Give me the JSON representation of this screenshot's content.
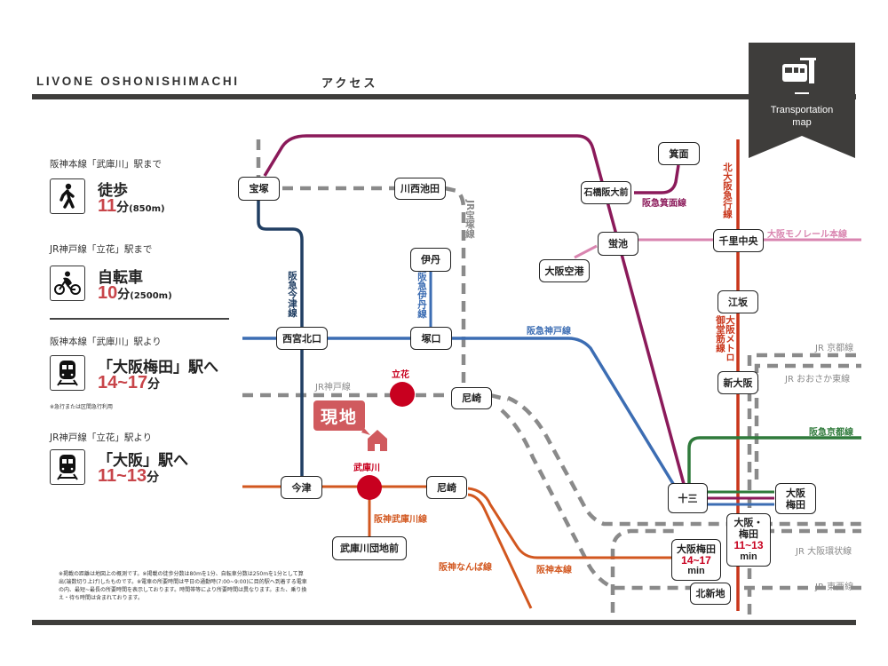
{
  "header": {
    "title": "LIVONE  OSHONISHIMACHI",
    "subtitle": "アクセス",
    "badge_label_line1": "Transportation",
    "badge_label_line2": "map",
    "badge_icon": "train-station-icon"
  },
  "colors": {
    "accent_red": "#c8454a",
    "station_red": "#c8001f",
    "dark": "#3e3d3b",
    "hankyu_takarazuka": "#8b1a5a",
    "hankyu_kobe": "#3c6db3",
    "hankyu_imazu": "#213f63",
    "hankyu_kyoto": "#2f7a3b",
    "hanshin": "#d2571f",
    "midosuji": "#c9361b",
    "monorail": "#d985b0",
    "jr": "#8a8a8a"
  },
  "access": [
    {
      "caption": "阪神本線「武庫川」駅まで",
      "icon": "walking-person-icon",
      "mode": "徒歩",
      "time": "11",
      "unit": "分",
      "distance": "(850m)"
    },
    {
      "caption": "JR神戸線「立花」駅まで",
      "icon": "bicycle-icon",
      "mode": "自転車",
      "time": "10",
      "unit": "分",
      "distance": "(2500m)"
    },
    {
      "caption": "阪神本線「武庫川」駅より",
      "icon": "train-icon",
      "mode": "「大阪梅田」駅へ",
      "time": "14~17",
      "unit": "分",
      "note": "※急行または区間急行利用"
    },
    {
      "caption": "JR神戸線「立花」駅より",
      "icon": "train-icon",
      "mode": "「大阪」駅へ",
      "time": "11~13",
      "unit": "分"
    }
  ],
  "disclaimer": "※掲載の距離は地図上の概測です。※掲載の徒歩分数は80mを1分、自転車分数は250mを1分として算出(端数切り上げ)したものです。※電車の所要時間は平日の通勤時(7:00~9:00)に目的駅へ到着する電車の内、最短~最長の所要時間を表示しております。時間帯等により所要時間は異なります。また、乗り換え・待ち時間は含まれております。",
  "map": {
    "site_label": "現地",
    "stations": {
      "takarazuka": "宝塚",
      "kawanishi_ikeda": "川西池田",
      "itami": "伊丹",
      "nishinomiya_kitaguchi": "西宮北口",
      "tsukaguchi": "塚口",
      "tachibana": "立花",
      "amagasaki_jr": "尼崎",
      "mukogawa": "武庫川",
      "imazu": "今津",
      "amagasaki_hanshin": "尼崎",
      "mukogawa_danchimae": "武庫川団地前",
      "minoo": "箕面",
      "ishibashi_handaimae": "石橋阪大前",
      "hotarugaike": "蛍池",
      "osaka_airport": "大阪空港",
      "senri_chuo": "千里中央",
      "esaka": "江坂",
      "shin_osaka": "新大阪",
      "juso": "十三",
      "osaka_umeda_hankyu_l1": "大阪",
      "osaka_umeda_hankyu_l2": "梅田",
      "osaka_umeda_jr_l1": "大阪・",
      "osaka_umeda_jr_l2": "梅田",
      "osaka_umeda_jr_time": "11~13",
      "osaka_umeda_hanshin": "大阪梅田",
      "osaka_umeda_hanshin_time": "14~17",
      "min_label": "min",
      "kitashinchi": "北新地"
    },
    "lines": {
      "jr_takarazuka": "JR宝塚線",
      "hankyu_imazu": "阪急今津線",
      "hankyu_itami": "阪急伊丹線",
      "hankyu_kobe": "阪急神戸線",
      "hankyu_minoo": "阪急箕面線",
      "kita_osaka_kyuko": "北大阪急行線",
      "osaka_monorail": "大阪モノレール本線",
      "osaka_metro_midosuji": "大阪メトロ御堂筋線",
      "jr_kyoto": "JR 京都線",
      "jr_osaka_higashi": "JR おおさか東線",
      "hankyu_kyoto": "阪急京都線",
      "jr_kobe": "JR神戸線",
      "hanshin_mukogawa": "阪神武庫川線",
      "hanshin_namba": "阪神なんば線",
      "hanshin_main": "阪神本線",
      "jr_loop": "JR 大阪環状線",
      "jr_tozai": "JR 東西線"
    }
  }
}
